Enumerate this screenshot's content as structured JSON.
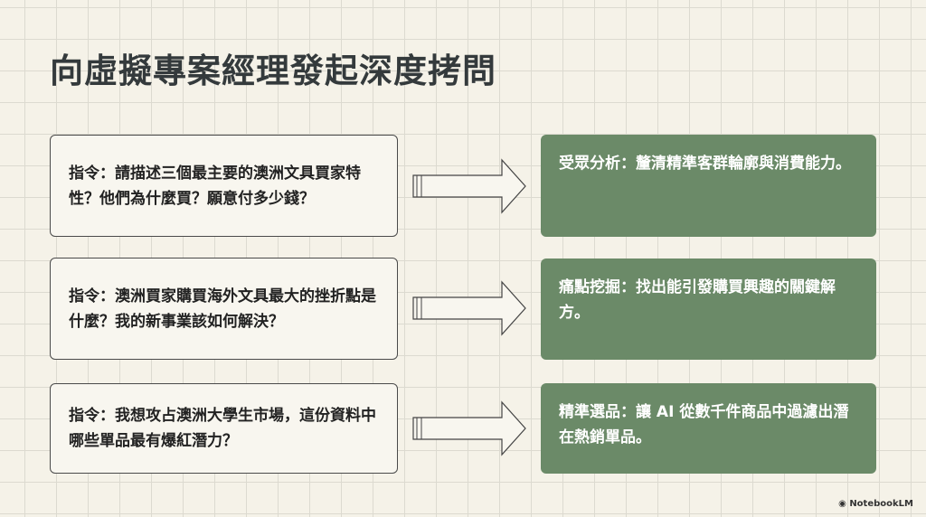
{
  "title": "向虛擬專案經理發起深度拷問",
  "rows": [
    {
      "prompt": "指令：請描述三個最主要的澳洲文具買家特性？他們為什麼買？願意付多少錢？",
      "result": "受眾分析：釐清精準客群輪廓與消費能力。"
    },
    {
      "prompt": "指令：澳洲買家購買海外文具最大的挫折點是什麼？我的新事業該如何解決？",
      "result": "痛點挖掘：找出能引發購買興趣的關鍵解方。"
    },
    {
      "prompt": "指令：我想攻占澳洲大學生市場，這份資料中哪些單品最有爆紅潛力？",
      "result": "精準選品：讓 AI 從數千件商品中過濾出潛在熱銷單品。"
    }
  ],
  "brand": "NotebookLM",
  "colors": {
    "accent": "#6b8a68"
  }
}
